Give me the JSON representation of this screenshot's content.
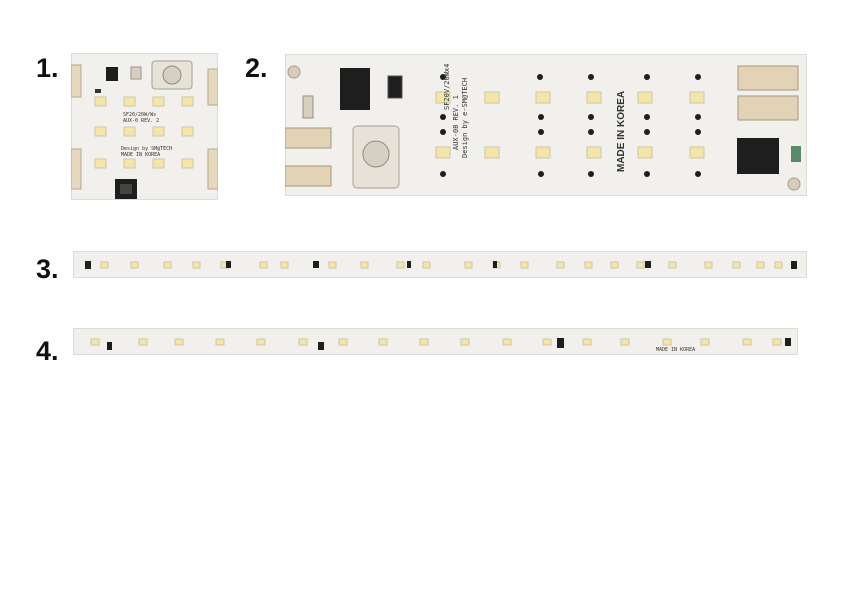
{
  "labels": {
    "item1": "1.",
    "item2": "2.",
    "item3": "3.",
    "item4": "4."
  },
  "board1": {
    "text_lines": [
      "SF20/20W/Ws",
      "AUX-0 REV. 2",
      "Design by SM@TECH",
      "MADE IN KOREA"
    ]
  },
  "board2": {
    "text_lines": [
      "SF20V/20Wx4",
      "AUX-0B REV. 1",
      "Design by e-SM@TECH"
    ],
    "made_in": "MADE IN KOREA"
  },
  "board4": {
    "marking": "MADE IN KOREA"
  },
  "colors": {
    "pcb": "#f1f0ec",
    "led": "#f3e6a8",
    "led_frame": "#d9d2bc",
    "connector": "#e2d3b6",
    "component_dark": "#1e1e1e"
  }
}
